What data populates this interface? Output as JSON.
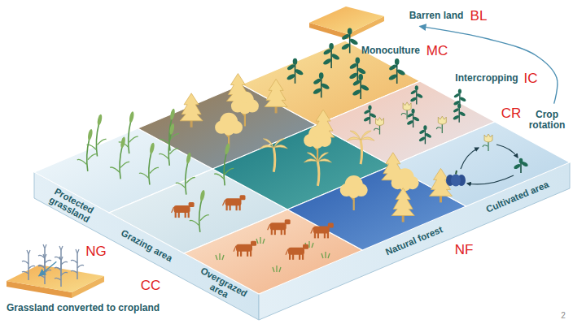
{
  "diagram": {
    "nodes": [
      {
        "text": [
          "Barren land",
          "BL"
        ]
      },
      {
        "text": [
          "Monoculture",
          "MC"
        ]
      },
      {
        "text": [
          "Intercropping",
          "IC"
        ]
      },
      {
        "text": [
          "Crop rotation",
          "CR",
          "Cultivated area"
        ]
      },
      {
        "text": [
          "Natural forest",
          "NF"
        ]
      },
      {
        "text": [
          "Protected grassland",
          "NG"
        ]
      },
      {
        "text": [
          "Grazing area"
        ]
      },
      {
        "text": [
          "Overgrazed area"
        ]
      },
      {
        "text": [
          "CC",
          "Grassland converted to cropland"
        ]
      }
    ],
    "edges": [
      {
        "from": 3,
        "to": 0,
        "arrow": "to"
      },
      {
        "from": 5,
        "to": 8,
        "arrow": "to"
      }
    ],
    "labels": [
      "2"
    ]
  }
}
